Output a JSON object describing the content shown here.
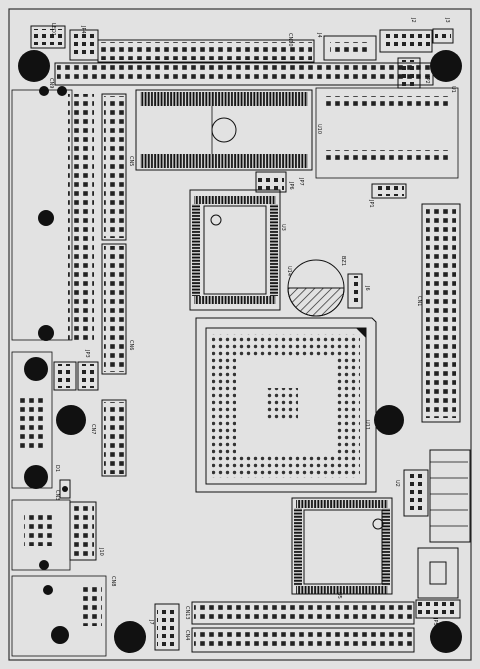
{
  "labels": {
    "led1": "LED1",
    "jp4": "JP4",
    "cn10": "CN10",
    "j4": "J4",
    "j2": "J2",
    "j3": "J3",
    "jp2": "JP2",
    "u1": "U1",
    "cn9": "CN9",
    "u10": "U10",
    "cn5": "CN5",
    "jp6": "JP6",
    "jp7": "JP7",
    "jp1": "JP1",
    "u3": "U3",
    "u14": "U14",
    "bz1": "BZ1",
    "j6": "J6",
    "cn1": "CN1",
    "cn6": "CN6",
    "jp3": "JP3",
    "cn7": "CN7",
    "u11": "U11",
    "d1": "D1",
    "cn3": "CN3",
    "u2": "U2",
    "j10": "J10",
    "u5": "U5",
    "cn8": "CN8",
    "j7": "J7",
    "cn13": "CN13",
    "cn4": "CN4",
    "jp5": "JP5"
  },
  "colors": {
    "board": "#e2e2e2",
    "outline": "#111111",
    "mount_hole": "#111111",
    "chip_fill": "#d8d8d8"
  }
}
